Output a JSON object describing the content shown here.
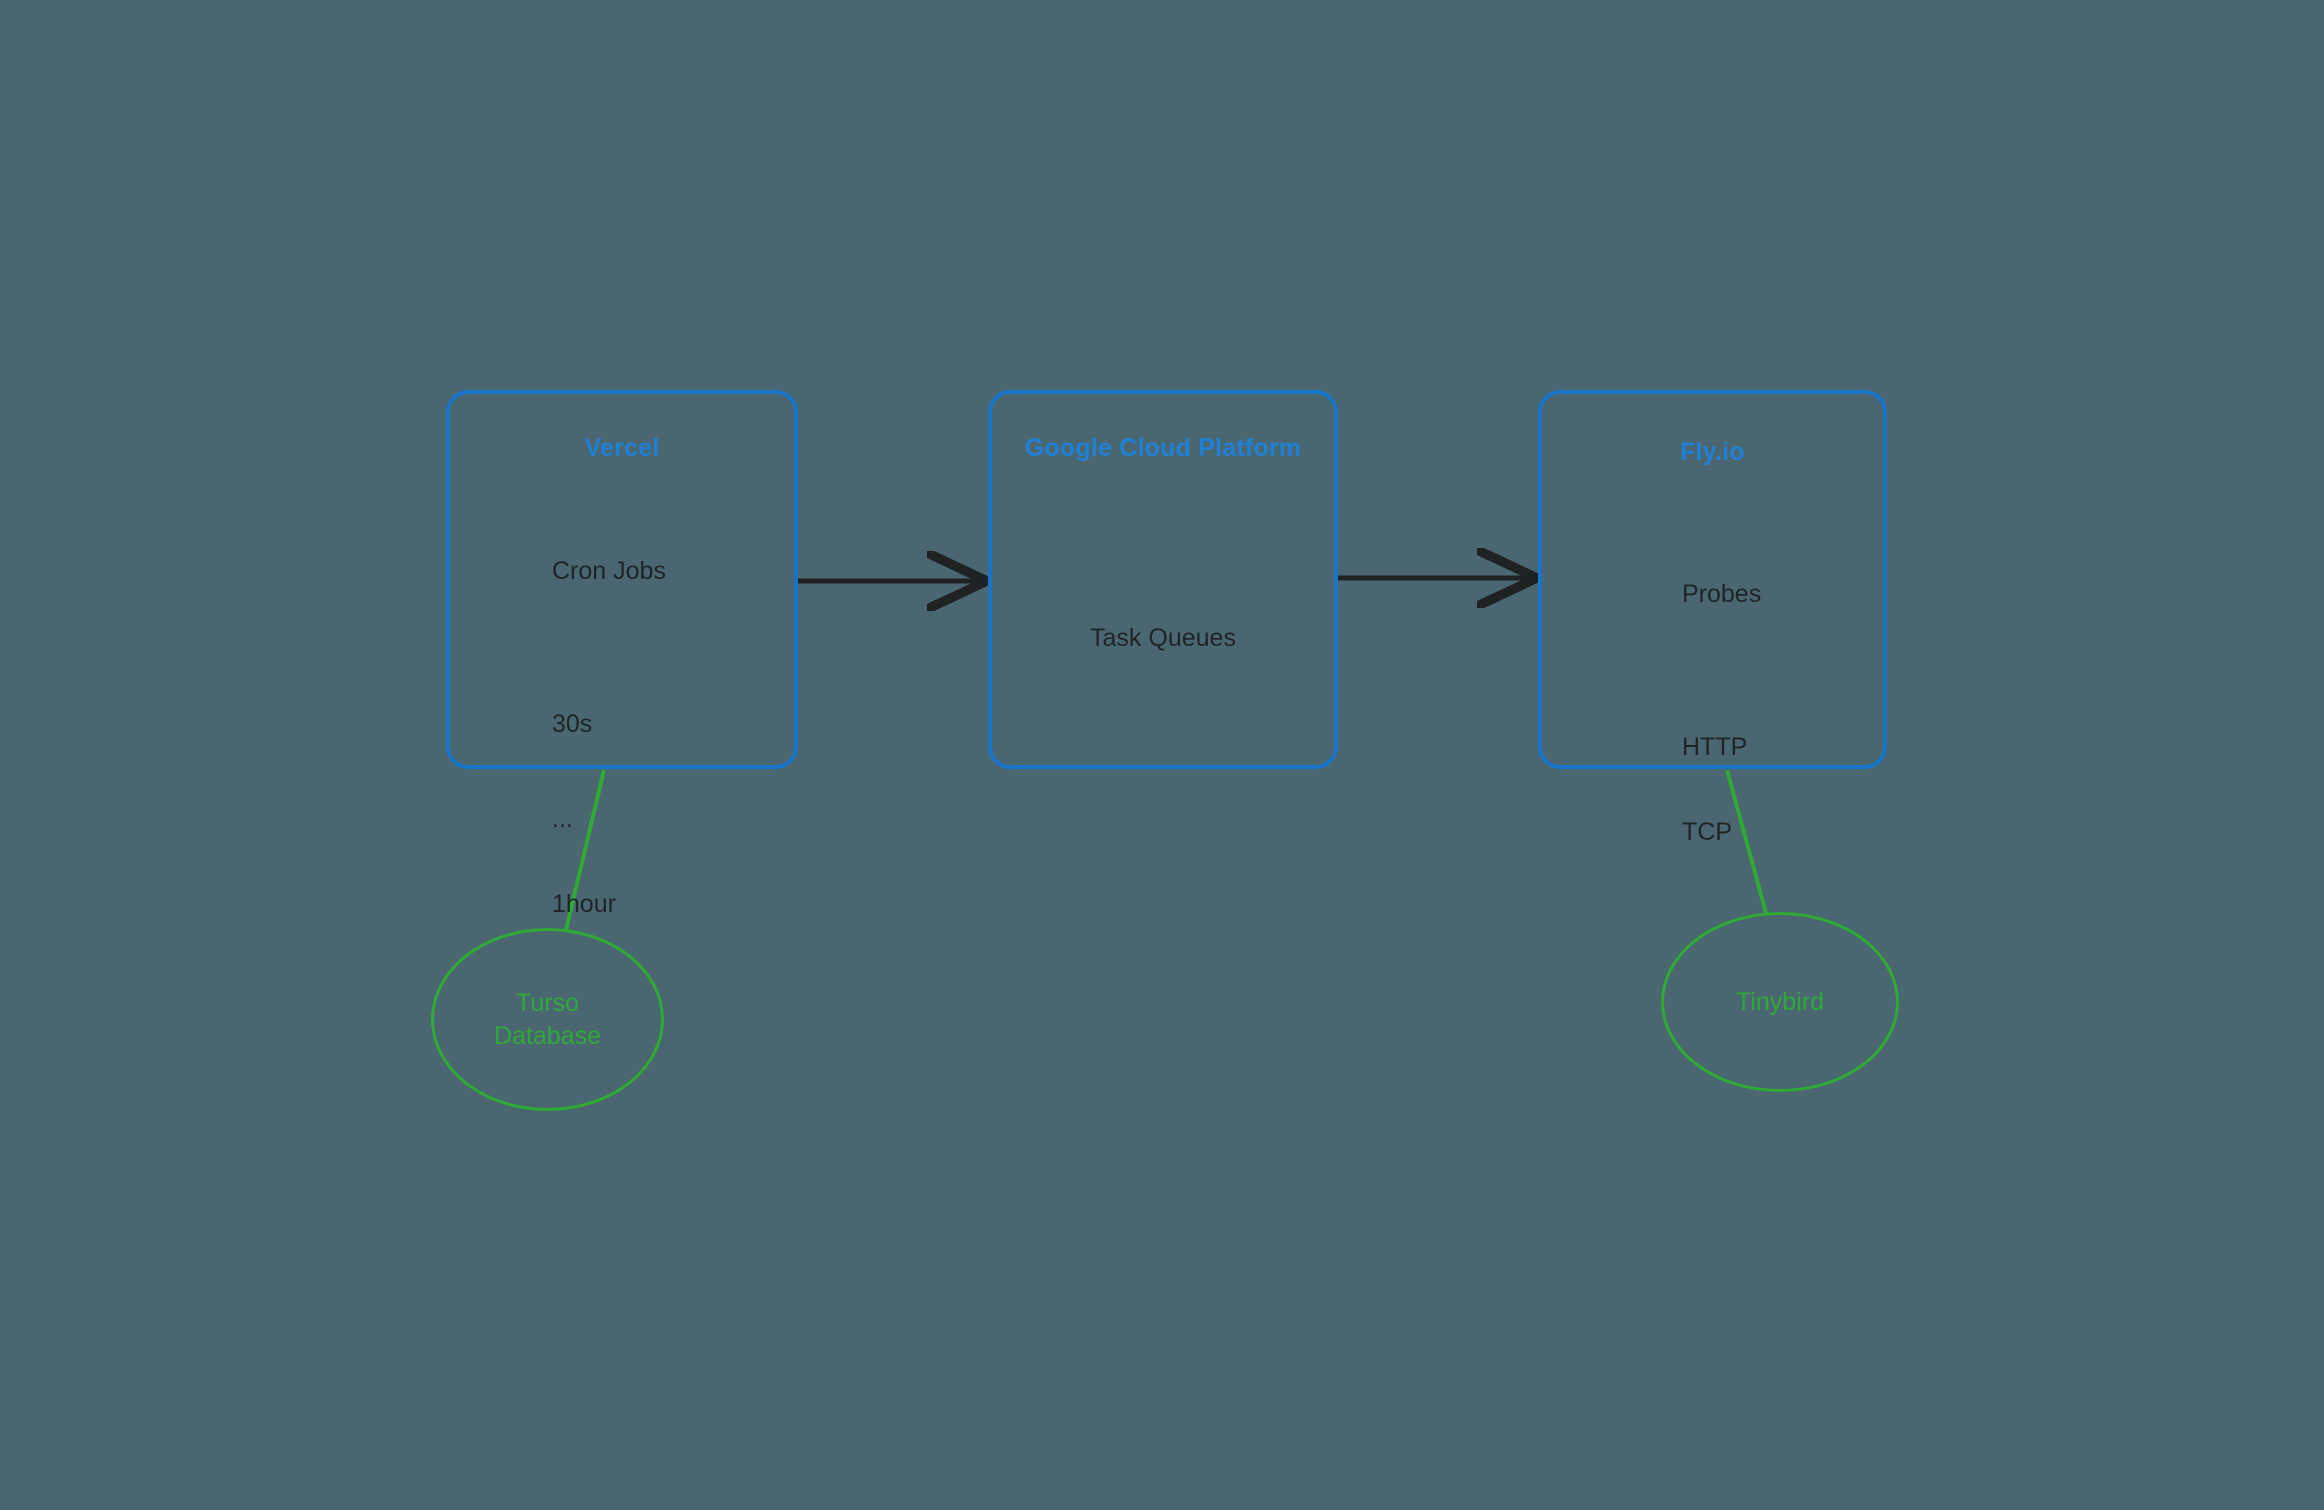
{
  "diagram": {
    "background_color": "#4a6670",
    "box_stroke_color": "#1874c8",
    "box_title_color": "#1e7fd4",
    "box_text_color": "#1f2527",
    "ellipse_stroke_color": "#2eaa35",
    "ellipse_text_color": "#2fa83a",
    "arrow_color": "#1f2223",
    "nodes": [
      {
        "id": "vercel",
        "title": "Vercel",
        "lines": [
          "Cron Jobs",
          "30s",
          "...",
          "1hour"
        ]
      },
      {
        "id": "gcp",
        "title": "Google Cloud Platform",
        "lines": [
          "Task Queues"
        ]
      },
      {
        "id": "flyio",
        "title": "Fly.io",
        "lines": [
          "Probes",
          "HTTP",
          "TCP"
        ]
      }
    ],
    "datastores": [
      {
        "id": "turso",
        "label": "Turso\nDatabase"
      },
      {
        "id": "tinybird",
        "label": "Tinybird"
      }
    ],
    "connections": [
      {
        "from": "vercel",
        "to": "gcp",
        "kind": "arrow"
      },
      {
        "from": "gcp",
        "to": "flyio",
        "kind": "arrow"
      },
      {
        "from": "vercel",
        "to": "turso",
        "kind": "line"
      },
      {
        "from": "flyio",
        "to": "tinybird",
        "kind": "line"
      }
    ]
  }
}
